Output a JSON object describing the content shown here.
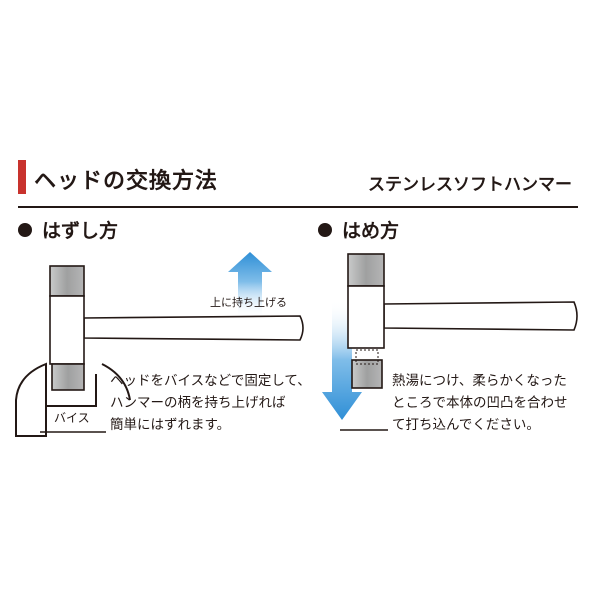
{
  "header": {
    "title": "ヘッドの交換方法",
    "product": "ステンレスソフトハンマー"
  },
  "remove": {
    "title": "はずし方",
    "lift_label": "上に持ち上げる",
    "vise_label": "バイス",
    "instructions": "ヘッドをバイスなどで固定して、\nハンマーの柄を持ち上げれば\n簡単にはずれます。"
  },
  "attach": {
    "title": "はめ方",
    "instructions": "熱湯につけ、柔らかくなった\nところで本体の凹凸を合わせ\nて打ち込んでください。"
  },
  "colors": {
    "accent": "#c8322d",
    "arrow_blue": "#2f8fd6",
    "head_gray": "#9fa0a0"
  }
}
